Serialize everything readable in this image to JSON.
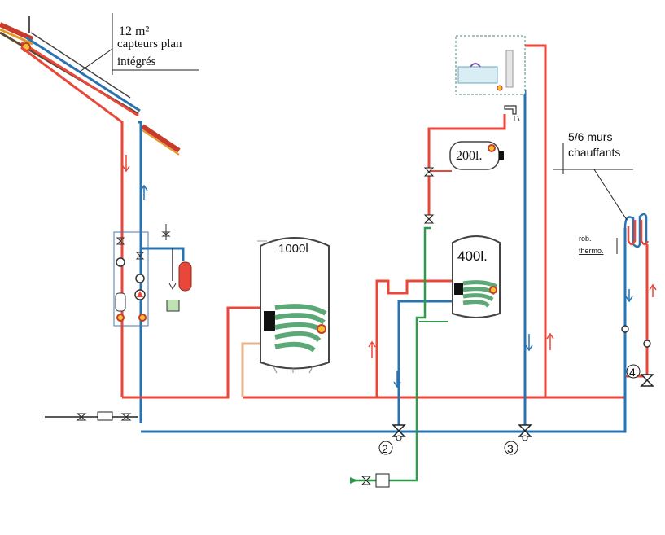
{
  "labels": {
    "collector_area": "12 m²",
    "collector_desc_1": "capteurs plan",
    "collector_desc_2": "intégrés",
    "tank_big": "1000l",
    "tank_mid": "400l.",
    "tank_small": "200l.",
    "walls_1": "5/6 murs",
    "walls_2": "chauffants",
    "valve_thermo_1": "rob.",
    "valve_thermo_2": "thermo.",
    "valve_2": "2",
    "valve_3": "3",
    "valve_4": "4"
  },
  "colors": {
    "hot_pipe": "#e8473a",
    "cold_pipe": "#2874b2",
    "network_pipe": "#2e9a4a",
    "coil": "#3f9a5f",
    "expansion_vessel": "#e8473a"
  }
}
